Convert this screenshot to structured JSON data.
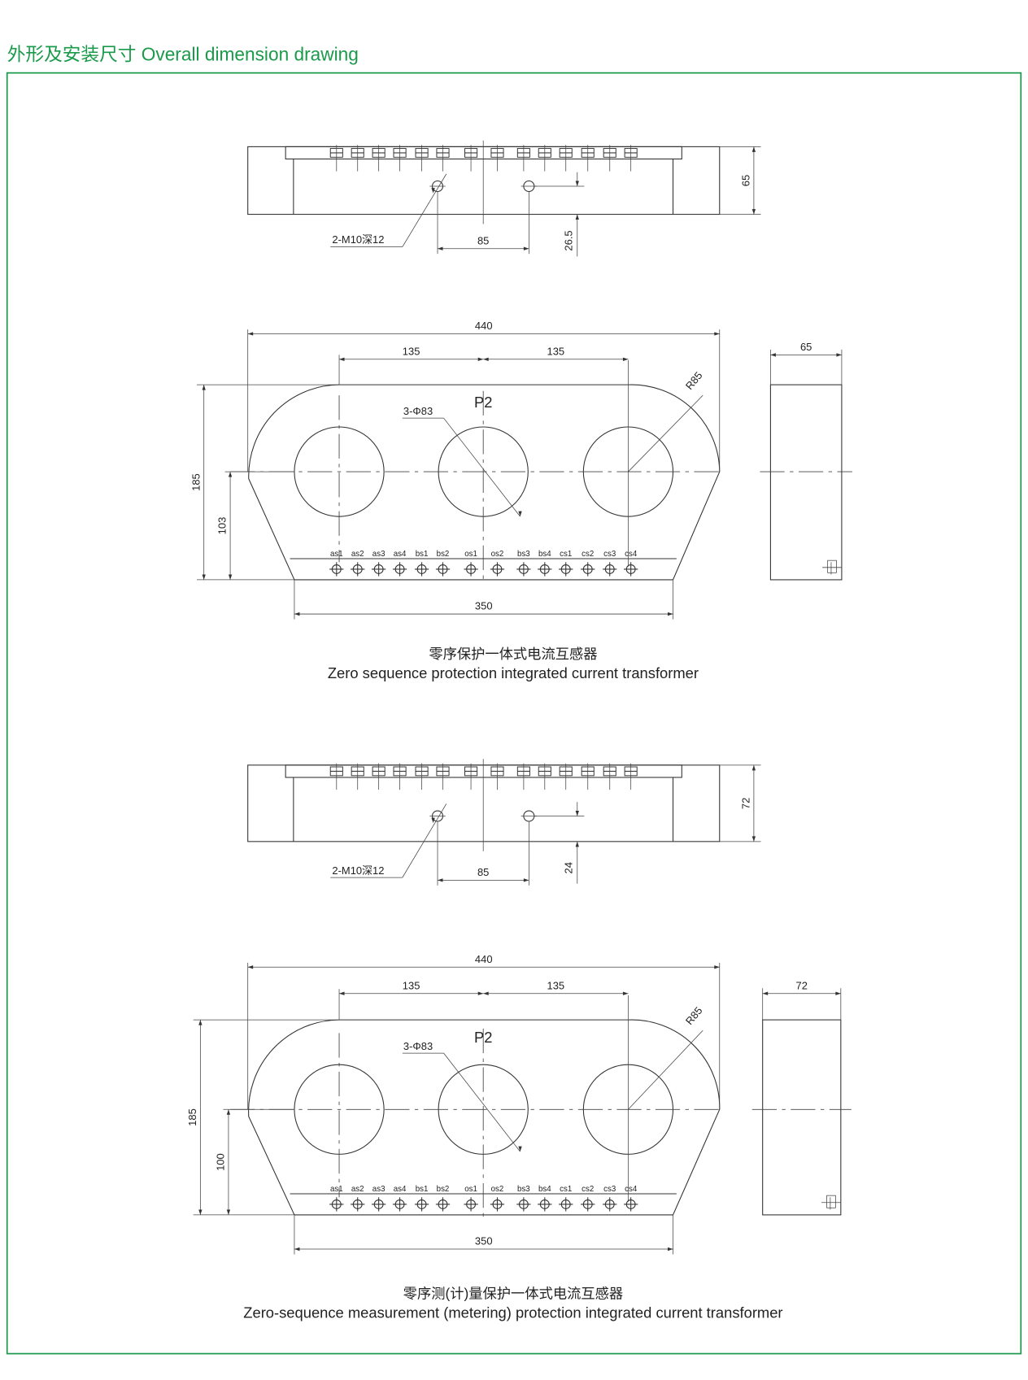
{
  "header": {
    "title": "外形及安装尺寸 Overall dimension drawing",
    "accent_color": "#1a9a4a"
  },
  "drawings": [
    {
      "top_view": {
        "hole_label": "2-M10深12",
        "spacing": "85",
        "height": "65",
        "offset": "26.5"
      },
      "front_view": {
        "width": "440",
        "pitch_left": "135",
        "pitch_right": "135",
        "height": "185",
        "center_height": "103",
        "base": "350",
        "hole_label": "3-Φ83",
        "radius": "R85",
        "marker": "P2",
        "terminals": [
          "as1",
          "as2",
          "as3",
          "as4",
          "bs1",
          "bs2",
          "os1",
          "os2",
          "bs3",
          "bs4",
          "cs1",
          "cs2",
          "cs3",
          "cs4"
        ]
      },
      "side_view": {
        "thickness": "65"
      },
      "caption_cn": "零序保护一体式电流互感器",
      "caption_en": "Zero sequence protection integrated current transformer"
    },
    {
      "top_view": {
        "hole_label": "2-M10深12",
        "spacing": "85",
        "height": "72",
        "offset": "24"
      },
      "front_view": {
        "width": "440",
        "pitch_left": "135",
        "pitch_right": "135",
        "height": "185",
        "center_height": "100",
        "base": "350",
        "hole_label": "3-Φ83",
        "radius": "R85",
        "marker": "P2",
        "terminals": [
          "as1",
          "as2",
          "as3",
          "as4",
          "bs1",
          "bs2",
          "os1",
          "os2",
          "bs3",
          "bs4",
          "cs1",
          "cs2",
          "cs3",
          "cs4"
        ]
      },
      "side_view": {
        "thickness": "72"
      },
      "caption_cn": "零序测(计)量保护一体式电流互感器",
      "caption_en": "Zero-sequence measurement (metering) protection integrated current transformer"
    }
  ]
}
